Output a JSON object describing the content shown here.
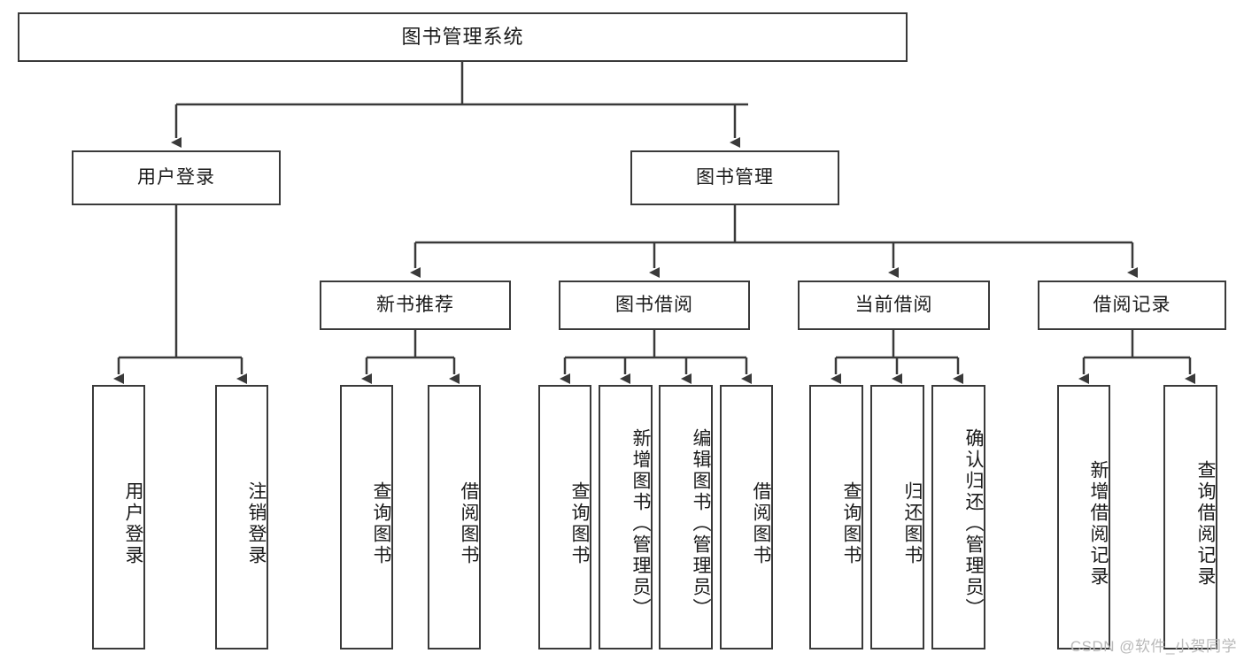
{
  "diagram": {
    "title": "图书管理系统",
    "watermark": "CSDN @软件_小贺同学",
    "style": {
      "box_border_color": "#3a3a3a",
      "box_fill": "#ffffff",
      "text_color": "#1a1a1a",
      "watermark_color": "#b9b9b9"
    },
    "levels": {
      "root": {
        "label": "图书管理系统"
      },
      "level2": [
        {
          "label": "用户登录"
        },
        {
          "label": "图书管理"
        }
      ],
      "level3": [
        {
          "label": "新书推荐"
        },
        {
          "label": "图书借阅"
        },
        {
          "label": "当前借阅"
        },
        {
          "label": "借阅记录"
        }
      ],
      "leaves": [
        {
          "label": "用户登录",
          "parent": "用户登录"
        },
        {
          "label": "注销登录",
          "parent": "用户登录"
        },
        {
          "label": "查询图书",
          "parent": "新书推荐"
        },
        {
          "label": "借阅图书",
          "parent": "新书推荐"
        },
        {
          "label": "查询图书",
          "parent": "图书借阅"
        },
        {
          "label": "新增图书（管理员）",
          "parent": "图书借阅"
        },
        {
          "label": "编辑图书（管理员）",
          "parent": "图书借阅"
        },
        {
          "label": "借阅图书",
          "parent": "图书借阅"
        },
        {
          "label": "查询图书",
          "parent": "当前借阅"
        },
        {
          "label": "归还图书",
          "parent": "当前借阅"
        },
        {
          "label": "确认归还（管理员）",
          "parent": "当前借阅"
        },
        {
          "label": "新增借阅记录",
          "parent": "借阅记录"
        },
        {
          "label": "查询借阅记录",
          "parent": "借阅记录"
        }
      ]
    }
  }
}
